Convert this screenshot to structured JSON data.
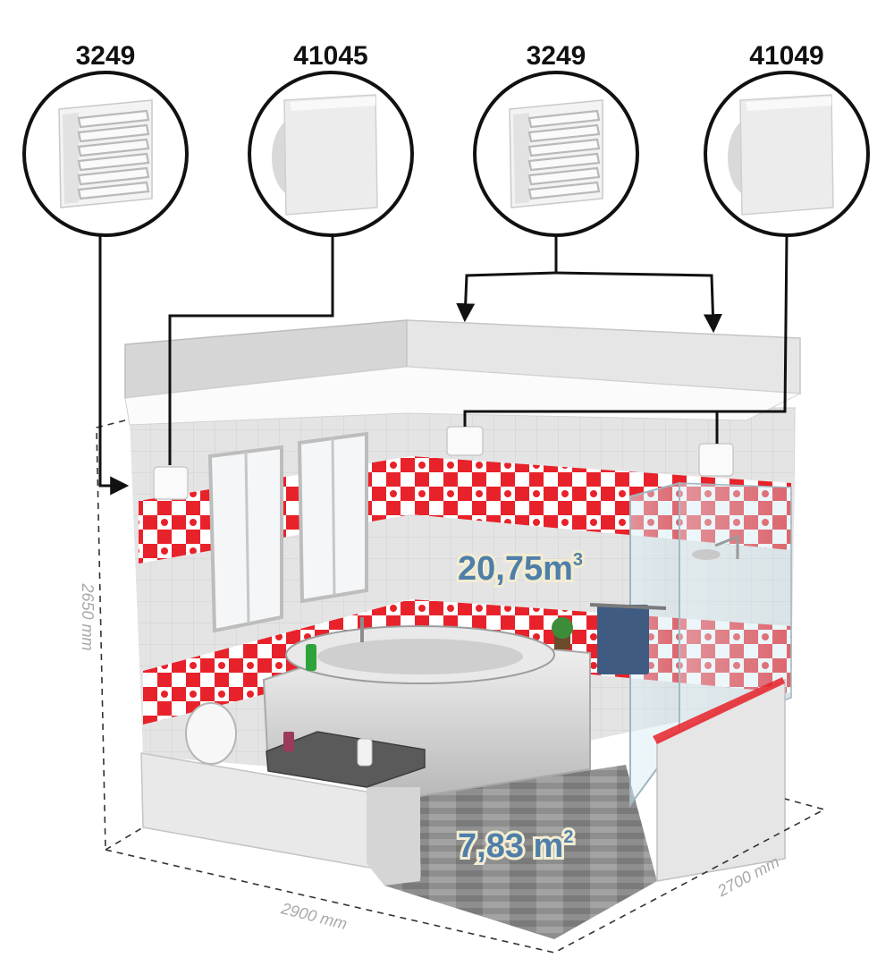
{
  "products": [
    {
      "code": "3249",
      "type": "grille"
    },
    {
      "code": "41045",
      "type": "fan"
    },
    {
      "code": "3249",
      "type": "grille"
    },
    {
      "code": "41049",
      "type": "fan"
    }
  ],
  "room": {
    "volume_value": "20,75",
    "volume_unit": "m",
    "volume_exp": "3",
    "area_value": "7,83",
    "area_unit": "m",
    "area_exp": "2",
    "height_label": "2650 mm",
    "width_label": "2900 mm",
    "depth_label": "2700 mm"
  },
  "colors": {
    "tile_red": "#e8222a",
    "wall_grey": "#dedede",
    "floor_wood": "#8a8a8a",
    "label_blue": "#4f7fa8"
  }
}
